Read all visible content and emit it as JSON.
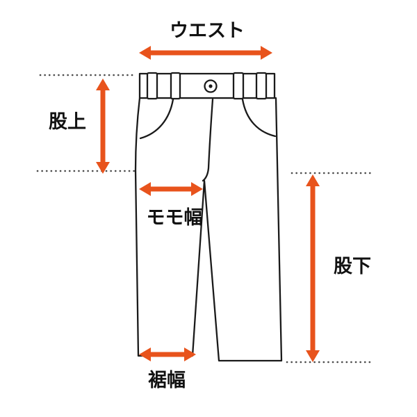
{
  "diagram": {
    "labels": {
      "waist": "ウエスト",
      "rise": "股上",
      "thigh": "モモ幅",
      "inseam": "股下",
      "hem": "裾幅"
    },
    "colors": {
      "arrow": "#E8531C",
      "outline": "#1A1A1A",
      "guide": "#4A4A4A",
      "text": "#111111",
      "background": "#FFFFFF"
    }
  }
}
